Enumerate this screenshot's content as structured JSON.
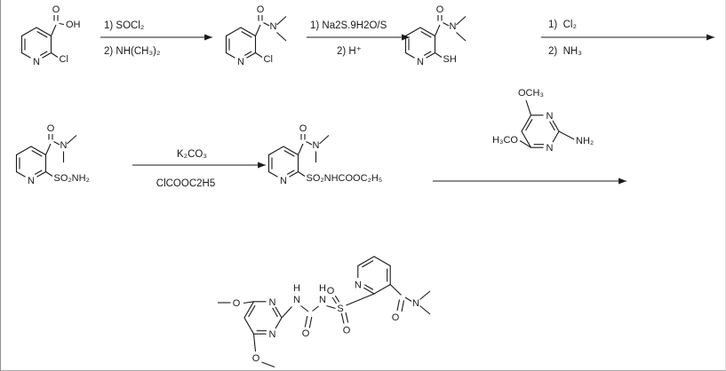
{
  "colors": {
    "ink": "#1a1a1a",
    "background": "#ffffff",
    "frame": "#a9a9a9"
  },
  "labels": {
    "O": "O",
    "OH": "OH",
    "N": "N",
    "H": "H",
    "S": "S",
    "Cl": "Cl",
    "SH": "SH",
    "NH2": "NH₂",
    "OCH3": "OCH₃",
    "H3CO": "H₃CO",
    "SO2NH2": "SO₂NH₂",
    "SO2NHCOOC2H5": "SO₂NHCOOC₂H₅"
  },
  "steps": {
    "step1": {
      "above": "1) SOCl₂",
      "below": "2) NH(CH₃)₂"
    },
    "step2": {
      "above": "1) Na2S.9H2O/S",
      "below": "2) H⁺"
    },
    "step3": {
      "above": "1)  Cl₂",
      "below": "2)  NH₃"
    },
    "step4": {
      "above": "K₂CO₃",
      "below": "ClCOOC2H5"
    }
  }
}
